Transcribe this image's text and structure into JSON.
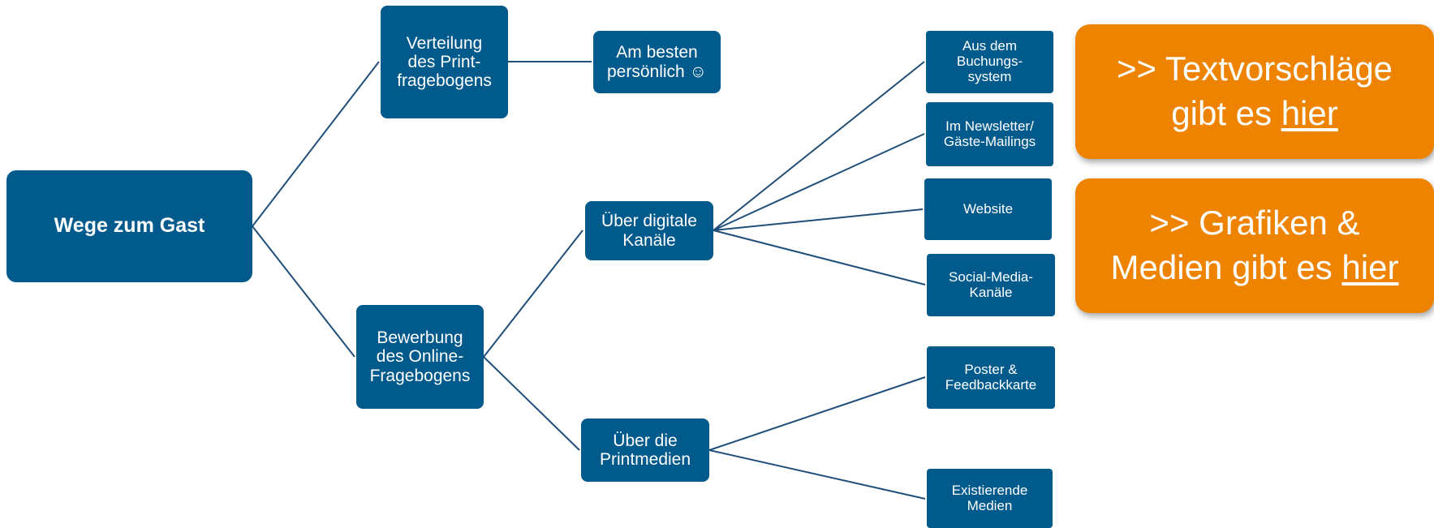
{
  "diagram": {
    "root": {
      "label": "Wege zum Gast"
    },
    "branches": [
      {
        "id": "verteilung",
        "label": "Verteilung\ndes Print-\nfragebogens"
      },
      {
        "id": "bewerbung",
        "label": "Bewerbung\ndes Online-\nFragebogens"
      }
    ],
    "sub_branches": [
      {
        "id": "persoenlich",
        "parent": "verteilung",
        "label": "Am besten\npersönlich ☺"
      },
      {
        "id": "digital",
        "parent": "bewerbung",
        "label": "Über digitale\nKanäle"
      },
      {
        "id": "print",
        "parent": "bewerbung",
        "label": "Über die\nPrintmedien"
      }
    ],
    "leaves": [
      {
        "id": "buchung",
        "parent": "digital",
        "label": "Aus dem\nBuchungs-\nsystem"
      },
      {
        "id": "newsletter",
        "parent": "digital",
        "label": "Im Newsletter/\nGäste-Mailings"
      },
      {
        "id": "website",
        "parent": "digital",
        "label": "Website"
      },
      {
        "id": "social",
        "parent": "digital",
        "label": "Social-Media-\nKanäle"
      },
      {
        "id": "poster",
        "parent": "print",
        "label": "Poster &\nFeedbackkarte"
      },
      {
        "id": "existierend",
        "parent": "print",
        "label": "Existierende\nMedien"
      }
    ]
  },
  "callouts": {
    "text_suggestions": {
      "prefix": ">> Textvorschläge",
      "suffix": "gibt es ",
      "link": "hier"
    },
    "graphics_media": {
      "prefix": ">> Grafiken &",
      "suffix": "Medien gibt es ",
      "link": "hier"
    }
  },
  "colors": {
    "node_fill": "#005a8c",
    "node_text": "#ffffff",
    "connector": "#1f4e79",
    "callout_fill": "#ee8300",
    "title_text": "#1e3a5f"
  }
}
